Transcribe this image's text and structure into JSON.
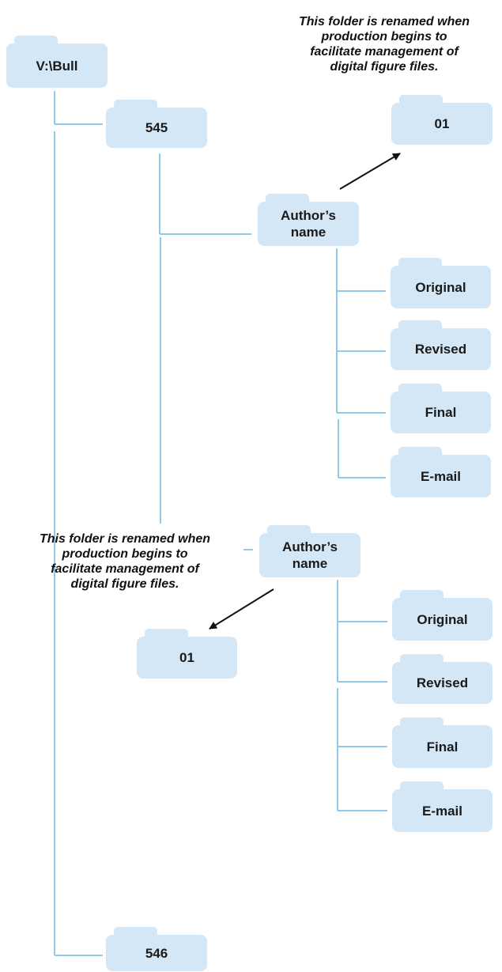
{
  "colors": {
    "folder_fill": "#d4e7f7",
    "line": "#8fcaeb",
    "arrow": "#111111"
  },
  "root": {
    "label": "V:\\Bull",
    "icon": "folder-icon"
  },
  "folder_545": {
    "label": "545",
    "icon": "folder-icon"
  },
  "folder_546": {
    "label": "546",
    "icon": "folder-icon"
  },
  "author_1": {
    "label": "Author’s\nname",
    "subfolders": [
      "Original",
      "Revised",
      "Final",
      "E-mail"
    ],
    "renamed_folder": "01",
    "note": "This folder is renamed when\nproduction begins to\nfacilitate management of\ndigital figure files."
  },
  "author_2": {
    "label": "Author’s\nname",
    "subfolders": [
      "Original",
      "Revised",
      "Final",
      "E-mail"
    ],
    "renamed_folder": "01",
    "note": "This folder is renamed when\nproduction begins to\nfacilitate management of\ndigital figure files."
  }
}
